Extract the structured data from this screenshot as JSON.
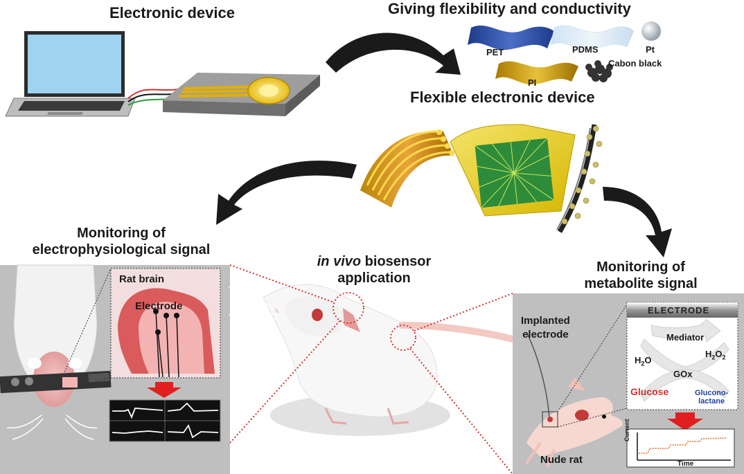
{
  "titles": {
    "electronic_device": "Electronic device",
    "giving": "Giving flexibility and conductivity",
    "flexible_device": "Flexible electronic device",
    "monitoring_ephys_1": "Monitoring of",
    "monitoring_ephys_2": "electrophysiological signal",
    "invivo_italic": "in vivo",
    "invivo_rest": " biosensor",
    "invivo_2": "application",
    "monitoring_metab_1": "Monitoring of",
    "monitoring_metab_2": "metabolite signal"
  },
  "materials": {
    "pet": "PET",
    "pdms": "PDMS",
    "pt": "Pt",
    "pi": "PI",
    "carbon": "Cabon black"
  },
  "left_panel": {
    "rat_brain": "Rat brain",
    "electrode": "Electrode"
  },
  "right_panel": {
    "implanted_1": "Implanted",
    "implanted_2": "electrode",
    "electrode_header": "ELECTRODE",
    "mediator": "Mediator",
    "h2o": "H",
    "h2o_sub": "2",
    "h2o_tail": "O",
    "h2o2": "H",
    "h2o2_sub1": "2",
    "h2o2_mid": "O",
    "h2o2_sub2": "2",
    "gox": "GOx",
    "glucose": "Glucose",
    "glucono_1": "Glucono-",
    "glucono_2": "lactane",
    "nude_rat": "Nude rat",
    "current": "Current",
    "time": "Time"
  },
  "colors": {
    "arrow": "#1a1a1a",
    "red_dot": "#d32f2f",
    "glucose": "#d32f2f",
    "glucono": "#1f3f9f",
    "panel_bg": "#bfbfbf",
    "gold": "#e6b800"
  }
}
